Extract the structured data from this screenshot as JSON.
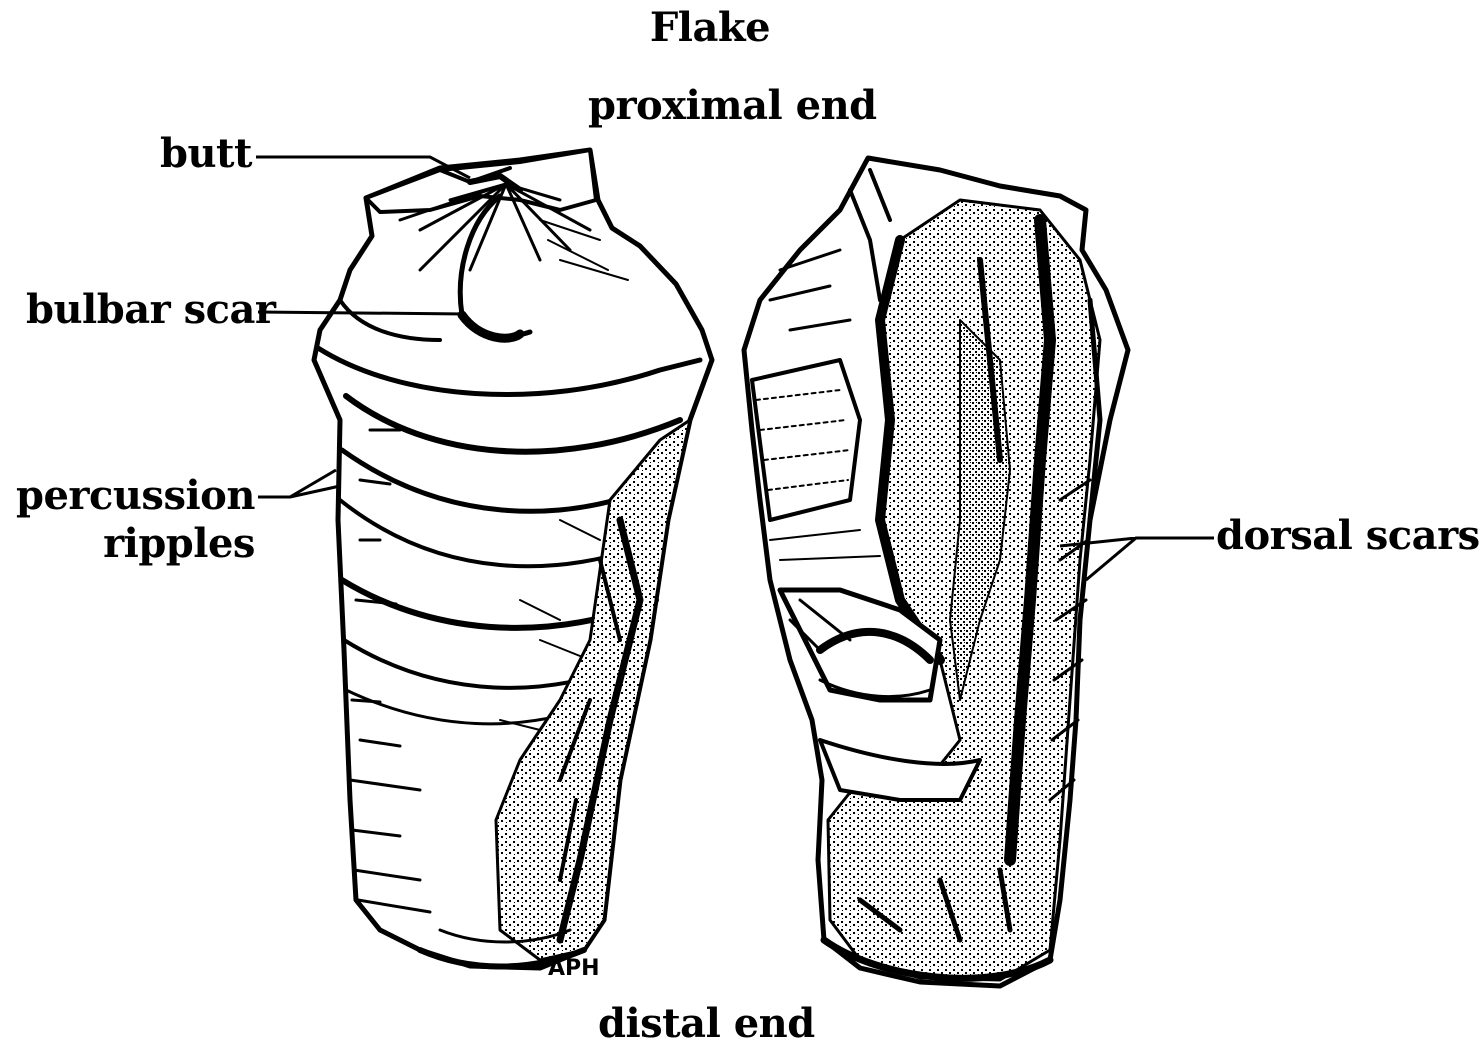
{
  "title": "Flake",
  "labels": {
    "proximal_end": "proximal end",
    "butt": "butt",
    "bulbar_scar": "bulbar scar",
    "percussion_line1": "percussion",
    "percussion_line2": "ripples",
    "dorsal_scars": "dorsal scars",
    "distal_end": "distal end"
  },
  "signature": "APH",
  "colors": {
    "ink": "#000000",
    "paper": "#ffffff"
  }
}
